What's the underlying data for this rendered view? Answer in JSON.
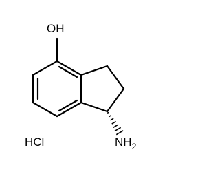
{
  "molecule": {
    "atoms": {
      "hydroxyl": "OH",
      "amine": "NH",
      "amine_subscript": "2"
    },
    "counterion": "HCl",
    "stereo_wedge": "hashed",
    "colors": {
      "bond": "#000000",
      "label": "#000000",
      "background": "#ffffff"
    }
  }
}
